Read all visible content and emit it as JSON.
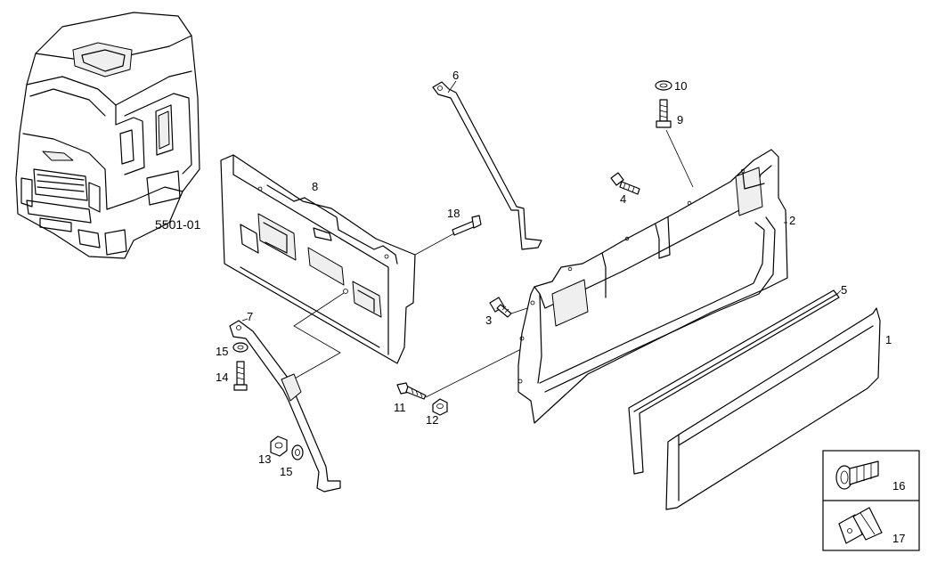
{
  "diagram": {
    "code": "5501-01",
    "labels": {
      "p1": "1",
      "p2": "2",
      "p3": "3",
      "p4": "4",
      "p5": "5",
      "p6": "6",
      "p7": "7",
      "p8": "8",
      "p9": "9",
      "p10": "10",
      "p11": "11",
      "p12": "12",
      "p13": "13",
      "p14": "14",
      "p15a": "15",
      "p15b": "15",
      "p16": "16",
      "p17": "17",
      "p18": "18"
    }
  }
}
